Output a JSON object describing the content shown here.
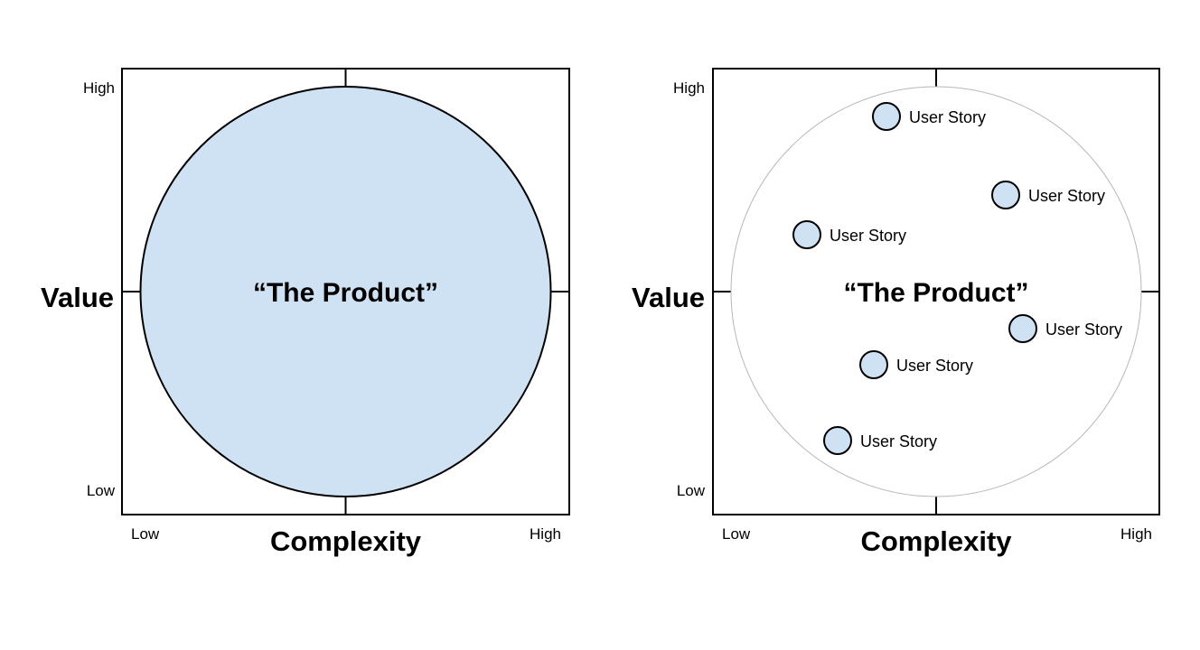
{
  "colors": {
    "product_fill": "#cfe2f3",
    "stroke": "#000000",
    "outline_circle": "#b7b7b7"
  },
  "left_panel": {
    "y_axis_title": "Value",
    "x_axis_title": "Complexity",
    "y_high": "High",
    "y_low": "Low",
    "x_low": "Low",
    "x_high": "High",
    "product_label": "“The Product”"
  },
  "right_panel": {
    "y_axis_title": "Value",
    "x_axis_title": "Complexity",
    "y_high": "High",
    "y_low": "Low",
    "x_low": "Low",
    "x_high": "High",
    "product_label": "“The Product”",
    "stories": [
      {
        "label": "User Story"
      },
      {
        "label": "User Story"
      },
      {
        "label": "User Story"
      },
      {
        "label": "User Story"
      },
      {
        "label": "User Story"
      },
      {
        "label": "User Story"
      }
    ]
  }
}
